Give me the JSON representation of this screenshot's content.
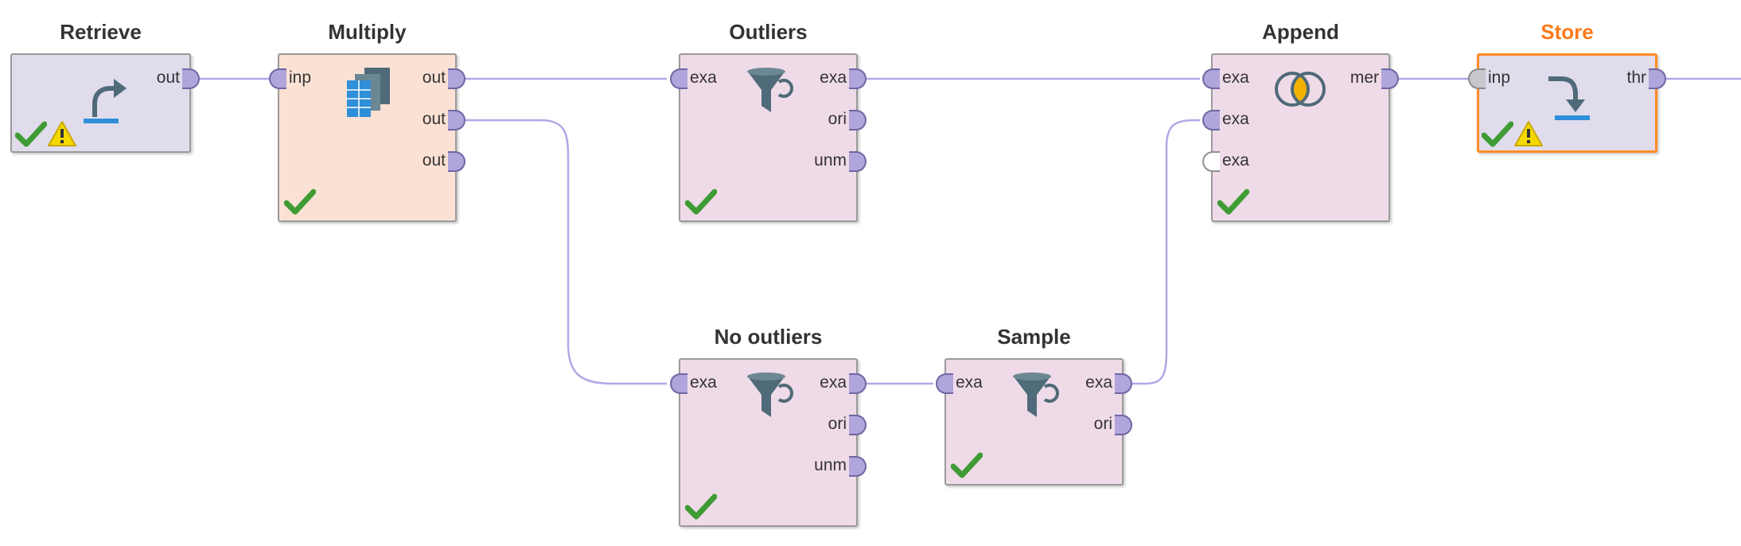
{
  "process": {
    "operators": {
      "retrieve": {
        "title": "Retrieve",
        "ports_out": [
          "out"
        ]
      },
      "multiply": {
        "title": "Multiply",
        "ports_in": [
          "inp"
        ],
        "ports_out": [
          "out",
          "out",
          "out"
        ]
      },
      "outliers": {
        "title": "Outliers",
        "ports_in": [
          "exa"
        ],
        "ports_out": [
          "exa",
          "ori",
          "unm"
        ]
      },
      "no_outliers": {
        "title": "No outliers",
        "ports_in": [
          "exa"
        ],
        "ports_out": [
          "exa",
          "ori",
          "unm"
        ]
      },
      "sample": {
        "title": "Sample",
        "ports_in": [
          "exa"
        ],
        "ports_out": [
          "exa",
          "ori"
        ]
      },
      "append": {
        "title": "Append",
        "ports_in": [
          "exa",
          "exa",
          "exa"
        ],
        "ports_out": [
          "mer"
        ]
      },
      "store": {
        "title": "Store",
        "ports_in": [
          "inp"
        ],
        "ports_out": [
          "thr"
        ]
      }
    },
    "colors": {
      "wire": "#b1a8e6",
      "retrieve_fill": "#e0dcec",
      "store_fill": "#e0dcec",
      "multiply_fill": "#fbe1d4",
      "filter_fill": "#efdbe8",
      "selected_title": "#ff7a1a",
      "selected_border": "#ff8a25",
      "success_check": "#3f9c35",
      "warning": "#f5d800"
    },
    "status": {
      "retrieve": [
        "check-icon",
        "warning-icon"
      ],
      "multiply": [
        "check-icon"
      ],
      "outliers": [
        "check-icon"
      ],
      "no_outliers": [
        "check-icon"
      ],
      "sample": [
        "check-icon"
      ],
      "append": [
        "check-icon"
      ],
      "store": [
        "check-icon",
        "warning-icon"
      ]
    },
    "selected_operator": "store"
  }
}
